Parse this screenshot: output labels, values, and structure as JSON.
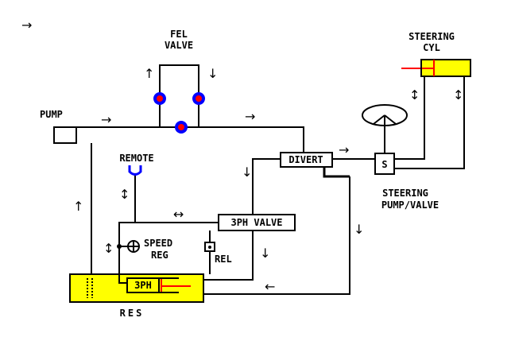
{
  "labels": {
    "fel_1": "FEL",
    "fel_2": "VALVE",
    "pump": "PUMP",
    "remote": "REMOTE",
    "divert": "DIVERT",
    "steering_cyl_1": "STEERING",
    "steering_cyl_2": "CYL",
    "steering_pump_1": "STEERING",
    "steering_pump_2": "PUMP/VALVE",
    "valve_3ph": "3PH VALVE",
    "speed_1": "SPEED",
    "speed_2": "REG",
    "rel": "REL",
    "cyl_3ph": "3PH",
    "res": "RES",
    "steer_s": "S"
  },
  "arrows": {
    "corner": "→",
    "fel_up": "↑",
    "fel_down": "↓",
    "pump_right": "→",
    "main_right": "→",
    "divert_right": "→",
    "cyl_updown_1": "↕",
    "cyl_updown_2": "↕",
    "return_down": "↓",
    "remote_updown": "↕",
    "return_up": "↑",
    "valve_leftright": "↔",
    "speed_updown": "↕",
    "valve_down": "↓",
    "return_down_right": "↓",
    "return_left": "←"
  },
  "colors": {
    "reservoir": "#ffff00",
    "cylinder": "#ffff00",
    "valve_dot_fill": "#0000ff",
    "valve_dot_center": "#ff0000",
    "rod": "#ff0000",
    "line": "#000000"
  }
}
